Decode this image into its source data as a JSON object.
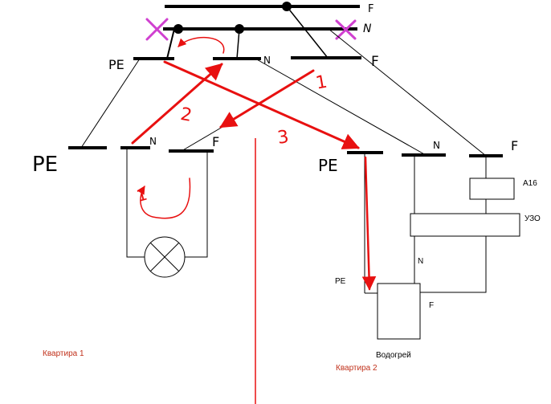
{
  "colors": {
    "ink": "#000000",
    "annotation_red": "#e81010",
    "caption_red": "#c0301a",
    "cross_magenta": "#d040d0",
    "background": "#ffffff"
  },
  "top_bus": {
    "phase_label": "F",
    "neutral_label": "N"
  },
  "distribution_bars": {
    "pe_label": "PE",
    "n_label": "N",
    "f_label": "F"
  },
  "apartment_1": {
    "pe_label": "PE",
    "n_label": "N",
    "f_label": "F",
    "caption": "Квартира 1",
    "lamp_icon": "lamp-icon"
  },
  "apartment_2": {
    "pe_label": "PE",
    "n_label": "N",
    "f_label": "F",
    "breaker_label": "A16",
    "rcd_label": "УЗО",
    "heater_n_label": "N",
    "heater_pe_label": "PE",
    "heater_f_label": "F",
    "heater_label": "Водогрей",
    "caption": "Квартира 2"
  },
  "annotations": {
    "arrow_1": "1",
    "arrow_2": "2",
    "arrow_3": "3",
    "loop": "1"
  }
}
